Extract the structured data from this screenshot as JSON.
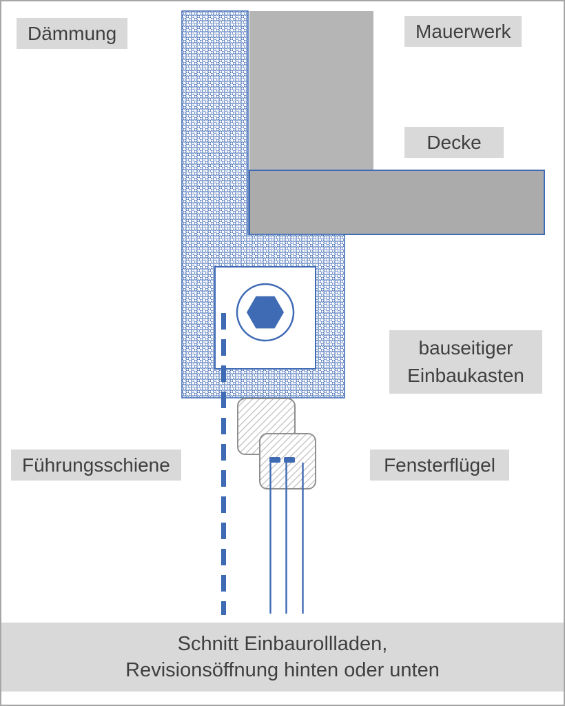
{
  "labels": {
    "insulation": "Dämmung",
    "masonry": "Mauerwerk",
    "ceiling": "Decke",
    "box_line1": "bauseitiger",
    "box_line2": "Einbaukasten",
    "guide_rail": "Führungsschiene",
    "window_sash": "Fensterflügel"
  },
  "caption": {
    "line1": "Schnitt Einbaurollladen,",
    "line2": "Revisionsöffnung hinten oder unten"
  },
  "colors": {
    "blue": "#3f6ab4",
    "masonry_gray": "#b5b5b5",
    "ceiling_gray": "#ababab",
    "label_bg": "#d9d9d9",
    "hatch_gray": "#bdbdbd",
    "hatch_border": "#8f8f8f",
    "text": "#3f3f3f",
    "page_border": "#a6a6a6"
  }
}
